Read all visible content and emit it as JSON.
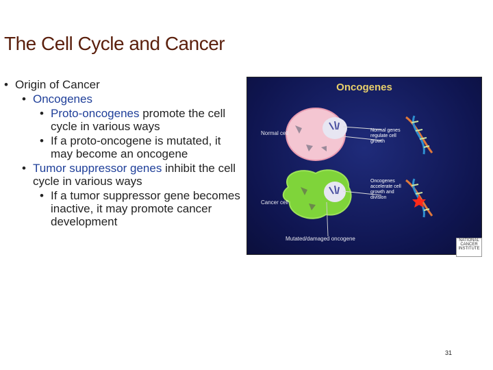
{
  "slide": {
    "title": "The Cell Cycle and Cancer",
    "page_number": "31"
  },
  "bullets": {
    "b1": "Origin of Cancer",
    "b2": "Oncogenes",
    "b3_term": "Proto-oncogenes",
    "b3_rest": " promote the cell cycle in various ways",
    "b4": "If a proto-oncogene is mutated, it may become an oncogene",
    "b5_term": "Tumor suppressor genes",
    "b5_rest": " inhibit the cell cycle in various ways",
    "b6": "If a tumor suppressor gene becomes inactive, it may promote cancer development"
  },
  "figure": {
    "title": "Oncogenes",
    "normal_cell_label": "Normal cell",
    "cancer_cell_label": "Cancer cell",
    "normal_genes_text": "Normal genes regulate cell growth",
    "oncogenes_text": "Oncogenes accelerate cell growth and division",
    "mutated_label": "Mutated/damaged oncogene",
    "logo_text": "NATIONAL CANCER INSTITUTE"
  }
}
